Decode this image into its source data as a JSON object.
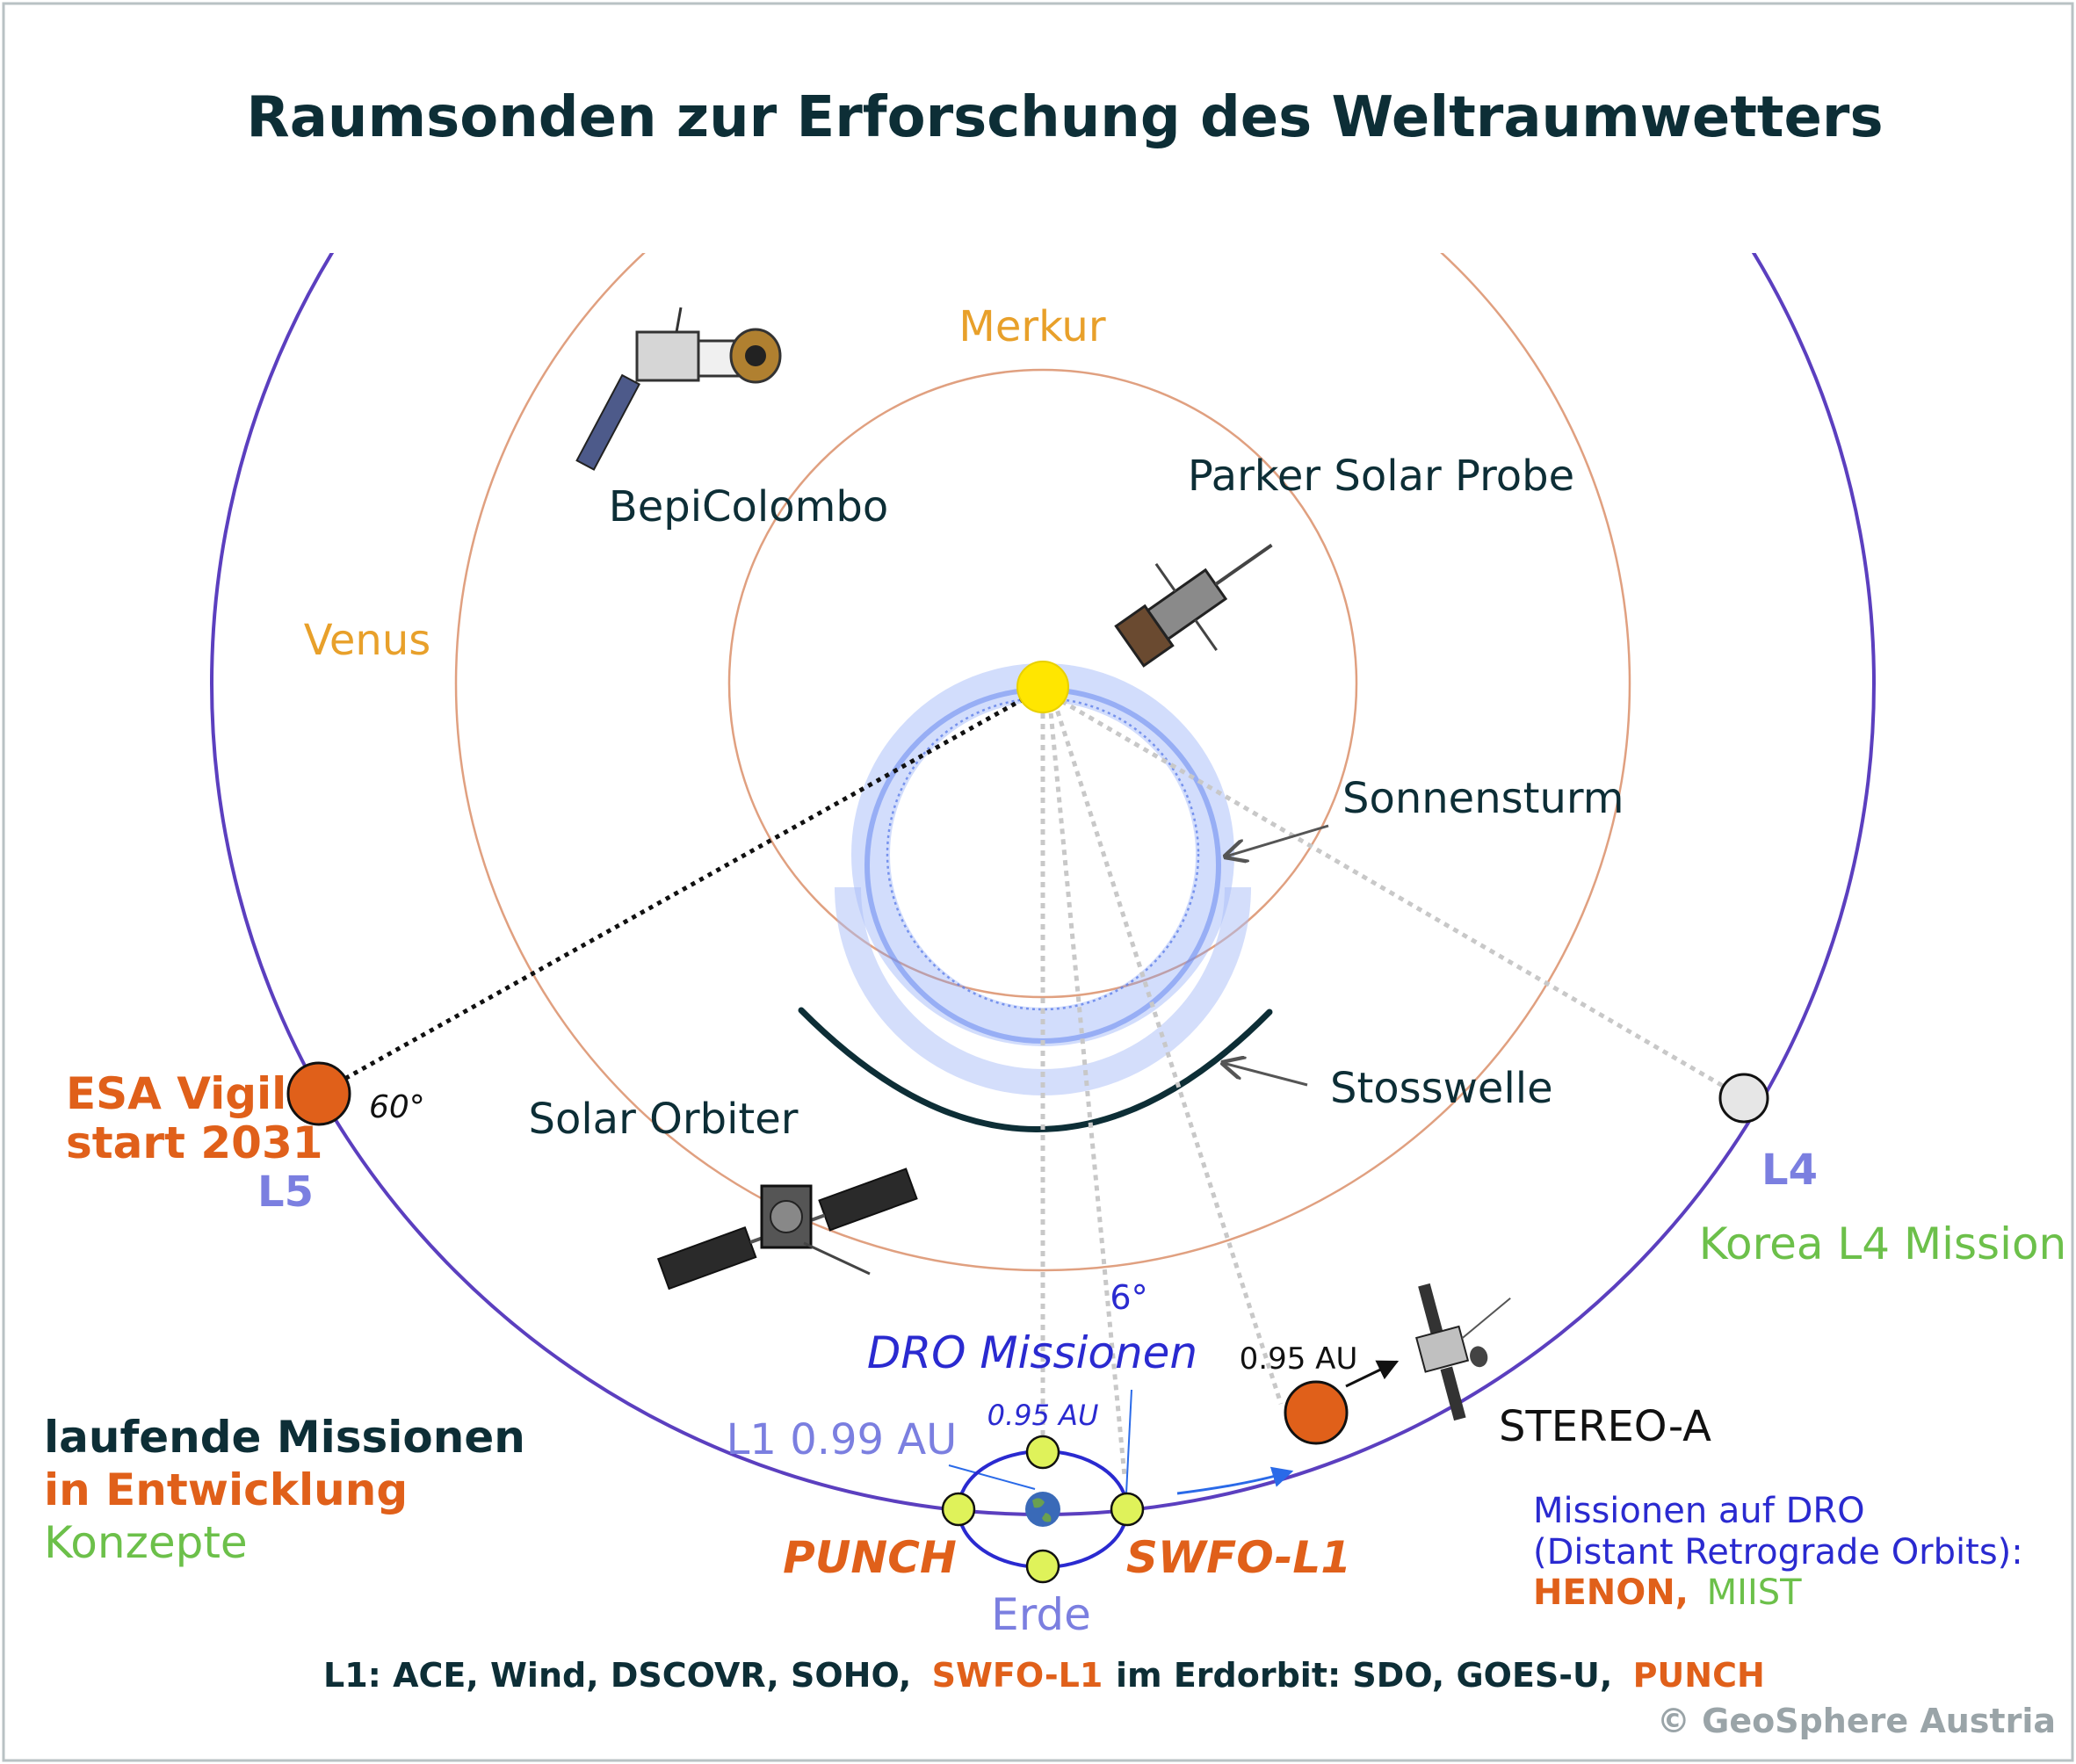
{
  "title": "Raumsonden zur Erforschung des Weltraumwetters",
  "planets": {
    "merkur": "Merkur",
    "venus": "Venus"
  },
  "spacecraft": {
    "bepicolombo": "BepiColombo",
    "parker": "Parker Solar Probe",
    "solar_orbiter": "Solar Orbiter",
    "stereo_a": "STEREO-A"
  },
  "phenomena": {
    "storm": "Sonnensturm",
    "shock": "Stosswelle"
  },
  "l5": {
    "mission": "ESA Vigil",
    "start": "start 2031",
    "point": "L5",
    "angle": "60°"
  },
  "l4": {
    "point": "L4",
    "mission": "Korea L4 Mission"
  },
  "earth": {
    "angle": "6°",
    "dro_title": "DRO Missionen",
    "dro_distance": "0.95 AU",
    "l1_label": "L1 0.99 AU",
    "punch": "PUNCH",
    "swfo": "SWFO-L1",
    "erde": "Erde",
    "stereo_distance": "0.95 AU"
  },
  "legend": {
    "running": "laufende Missionen",
    "development": "in Entwicklung",
    "concepts": "Konzepte"
  },
  "dro_info": {
    "line1": "Missionen auf DRO",
    "line2": "(Distant Retrograde Orbits):",
    "henon": "HENON,",
    "miist": "MIIST"
  },
  "footer": {
    "l1_list": "L1: ACE, Wind, DSCOVR, SOHO,",
    "l1_dev": "SWFO-L1",
    "orbit_list": "im Erdorbit: SDO, GOES-U,",
    "orbit_dev": "PUNCH",
    "copyright": "© GeoSphere Austria"
  },
  "colors": {
    "title": "#0d2e36",
    "running": "#0d2e36",
    "development": "#e0601a",
    "concept": "#6cc04a",
    "planet_label": "#e8a02a",
    "lagrange": "#7b7fe0",
    "dro": "#2a2ad0",
    "earth_orbit": "#5b3fbf",
    "inner_orbit": "#e0a080",
    "sun": "#ffe600",
    "cme": "#6f8ff0"
  }
}
